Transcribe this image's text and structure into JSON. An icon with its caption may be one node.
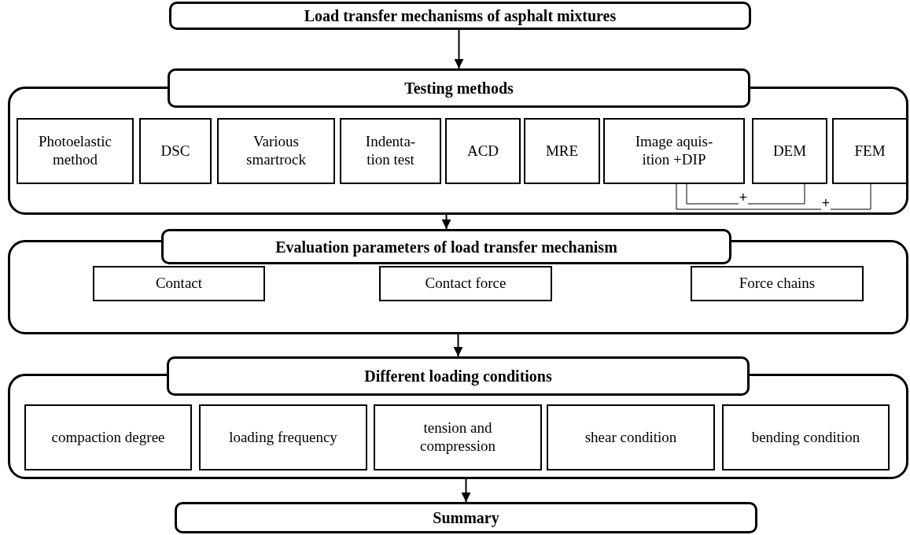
{
  "diagram": {
    "nodes": [
      {
        "text": [
          "Load transfer mechanisms of asphalt mixtures"
        ]
      },
      {
        "text": [],
        "shape": "box"
      },
      {
        "text": [
          "Testing methods"
        ]
      },
      {
        "text": [
          "Photoelastic method"
        ],
        "in": 1
      },
      {
        "text": [
          "DSC"
        ],
        "in": 1
      },
      {
        "text": [
          "Various smartrock"
        ],
        "in": 1
      },
      {
        "text": [
          "Indenta- tion test"
        ],
        "in": 1
      },
      {
        "text": [
          "ACD"
        ],
        "in": 1
      },
      {
        "text": [
          "MRE"
        ],
        "in": 1
      },
      {
        "text": [
          "Image aquis- ition +DIP"
        ],
        "in": 1
      },
      {
        "text": [
          "DEM"
        ],
        "in": 1
      },
      {
        "text": [
          "FEM"
        ],
        "in": 1
      },
      {
        "text": [],
        "shape": "box"
      },
      {
        "text": [
          "Evaluation parameters of load transfer mechanism"
        ]
      },
      {
        "text": [
          "Contact"
        ],
        "in": 12
      },
      {
        "text": [
          "Contact force"
        ],
        "in": 12
      },
      {
        "text": [
          "Force chains"
        ],
        "in": 12
      },
      {
        "text": [],
        "shape": "box"
      },
      {
        "text": [
          "Different loading conditions"
        ]
      },
      {
        "text": [
          "compaction degree"
        ],
        "in": 17
      },
      {
        "text": [
          "loading frequency"
        ],
        "in": 17
      },
      {
        "text": [
          "tension and compression"
        ],
        "in": 17
      },
      {
        "text": [
          "shear condition"
        ],
        "in": 17
      },
      {
        "text": [
          "bending condition"
        ],
        "in": 17
      },
      {
        "text": [
          "Summary"
        ]
      }
    ],
    "edges": [
      {
        "from": 0,
        "to": 2,
        "arrow": "to"
      },
      {
        "from": 9,
        "to": 10,
        "arrow": "none",
        "label": "+"
      },
      {
        "from": 9,
        "to": 11,
        "arrow": "none",
        "label": "+"
      },
      {
        "from": 1,
        "to": 13,
        "arrow": "to"
      },
      {
        "from": 12,
        "to": 18,
        "arrow": "to"
      },
      {
        "from": 17,
        "to": 24,
        "arrow": "to"
      }
    ]
  }
}
